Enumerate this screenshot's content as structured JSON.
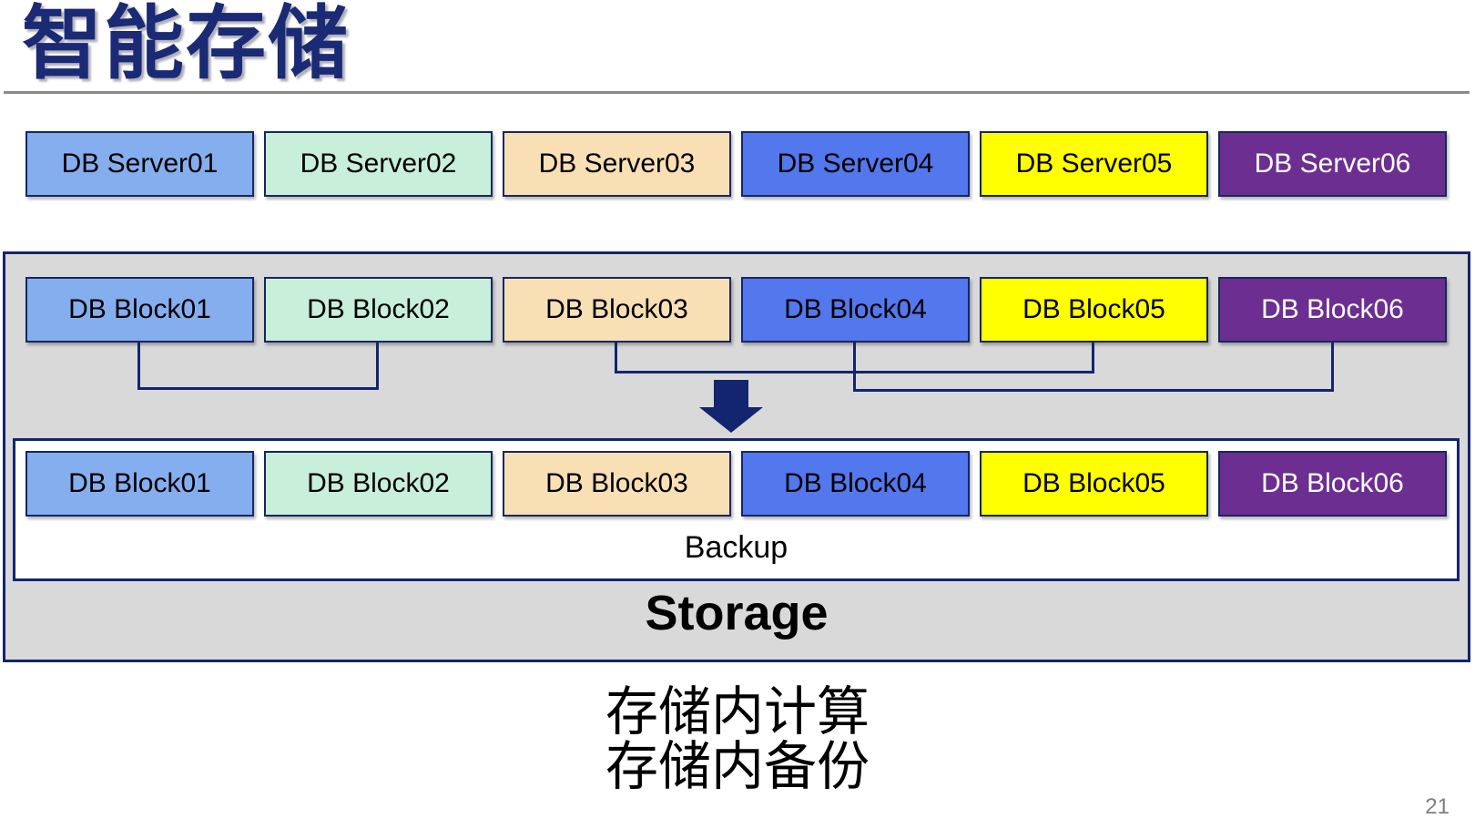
{
  "title": "智能存储",
  "servers": [
    {
      "label": "DB Server01",
      "fill": "#85AEEF",
      "text": "#000000"
    },
    {
      "label": "DB Server02",
      "fill": "#C8EFD9",
      "text": "#000000"
    },
    {
      "label": "DB Server03",
      "fill": "#F8E0B4",
      "text": "#000000"
    },
    {
      "label": "DB Server04",
      "fill": "#5377EC",
      "text": "#000000"
    },
    {
      "label": "DB Server05",
      "fill": "#FFFF00",
      "text": "#000000"
    },
    {
      "label": "DB Server06",
      "fill": "#6C2E91",
      "text": "#FFFFFF"
    }
  ],
  "blocks_top": [
    {
      "label": "DB Block01",
      "fill": "#85AEEF",
      "text": "#000000"
    },
    {
      "label": "DB Block02",
      "fill": "#C8EFD9",
      "text": "#000000"
    },
    {
      "label": "DB Block03",
      "fill": "#F8E0B4",
      "text": "#000000"
    },
    {
      "label": "DB Block04",
      "fill": "#5377EC",
      "text": "#000000"
    },
    {
      "label": "DB Block05",
      "fill": "#FFFF00",
      "text": "#000000"
    },
    {
      "label": "DB Block06",
      "fill": "#6C2E91",
      "text": "#FFFFFF"
    }
  ],
  "blocks_bottom": [
    {
      "label": "DB Block01",
      "fill": "#85AEEF",
      "text": "#000000"
    },
    {
      "label": "DB Block02",
      "fill": "#C8EFD9",
      "text": "#000000"
    },
    {
      "label": "DB Block03",
      "fill": "#F8E0B4",
      "text": "#000000"
    },
    {
      "label": "DB Block04",
      "fill": "#5377EC",
      "text": "#000000"
    },
    {
      "label": "DB Block05",
      "fill": "#FFFF00",
      "text": "#000000"
    },
    {
      "label": "DB Block06",
      "fill": "#6C2E91",
      "text": "#FFFFFF"
    }
  ],
  "connections": [
    [
      "DB Block01",
      "DB Block02"
    ],
    [
      "DB Block03",
      "DB Block05"
    ],
    [
      "DB Block04",
      "DB Block06"
    ]
  ],
  "backup_label": "Backup",
  "storage_label": "Storage",
  "captions": [
    "存储内计算",
    "存储内备份"
  ],
  "page_number": "21",
  "colors": {
    "title_navy": "#1B2A75",
    "line_navy": "#13256E",
    "box_border_navy": "#16275F",
    "container_gray": "#D9D9D9",
    "rule_gray": "#8A8A8A",
    "page_number_gray": "#7F7F7F"
  }
}
